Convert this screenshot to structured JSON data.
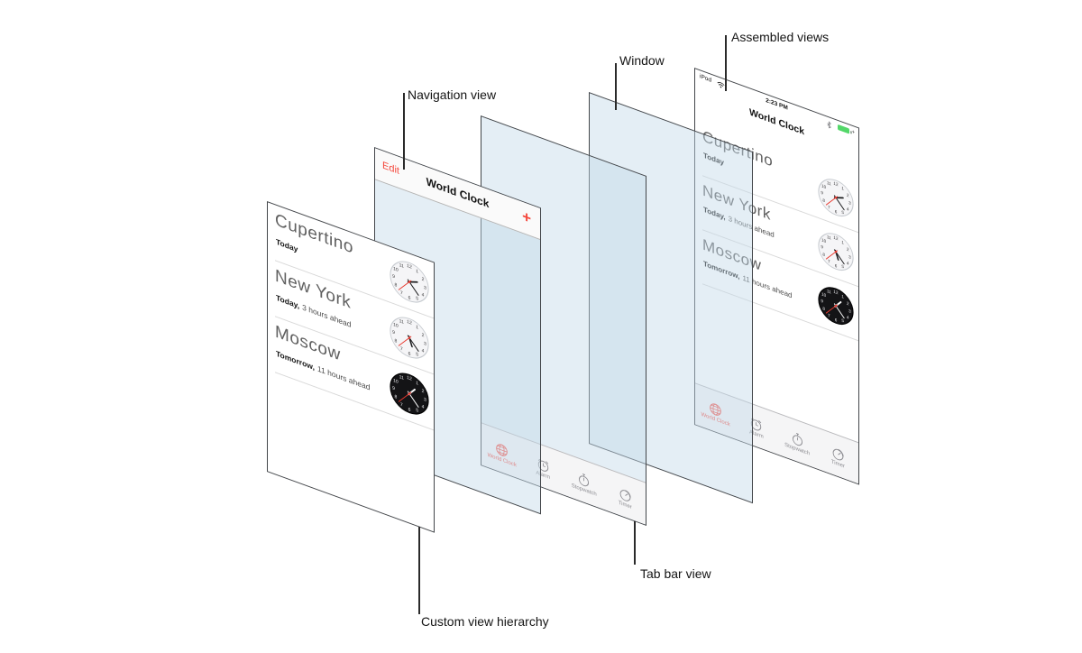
{
  "figure": {
    "callouts": {
      "assembled": "Assembled views",
      "window": "Window",
      "navigation": "Navigation view",
      "tab_bar": "Tab bar view",
      "custom": "Custom view hierarchy"
    }
  },
  "colors": {
    "accent_red": "#f4473c",
    "panel_blue": "rgba(195,218,233,0.45)",
    "battery_green": "#53d769"
  },
  "clock_app": {
    "status_bar": {
      "device": "iPod",
      "time": "2:23 PM",
      "battery_plus": "+"
    },
    "nav_bar": {
      "edit": "Edit",
      "title": "World Clock",
      "add": "+"
    },
    "rows": [
      {
        "city": "Cupertino",
        "when_bold": "Today",
        "when_rest": "",
        "clock": {
          "h": 2,
          "m": 23
        },
        "dark": false
      },
      {
        "city": "New York",
        "when_bold": "Today,",
        "when_rest": "3 hours ahead",
        "clock": {
          "h": 5,
          "m": 23
        },
        "dark": false
      },
      {
        "city": "Moscow",
        "when_bold": "Tomorrow,",
        "when_rest": "11 hours ahead",
        "clock": {
          "h": 1,
          "m": 23
        },
        "dark": true
      }
    ],
    "seconds": 37,
    "tabs": [
      {
        "label": "World Clock",
        "selected": true
      },
      {
        "label": "Alarm",
        "selected": false
      },
      {
        "label": "Stopwatch",
        "selected": false
      },
      {
        "label": "Timer",
        "selected": false
      }
    ]
  }
}
